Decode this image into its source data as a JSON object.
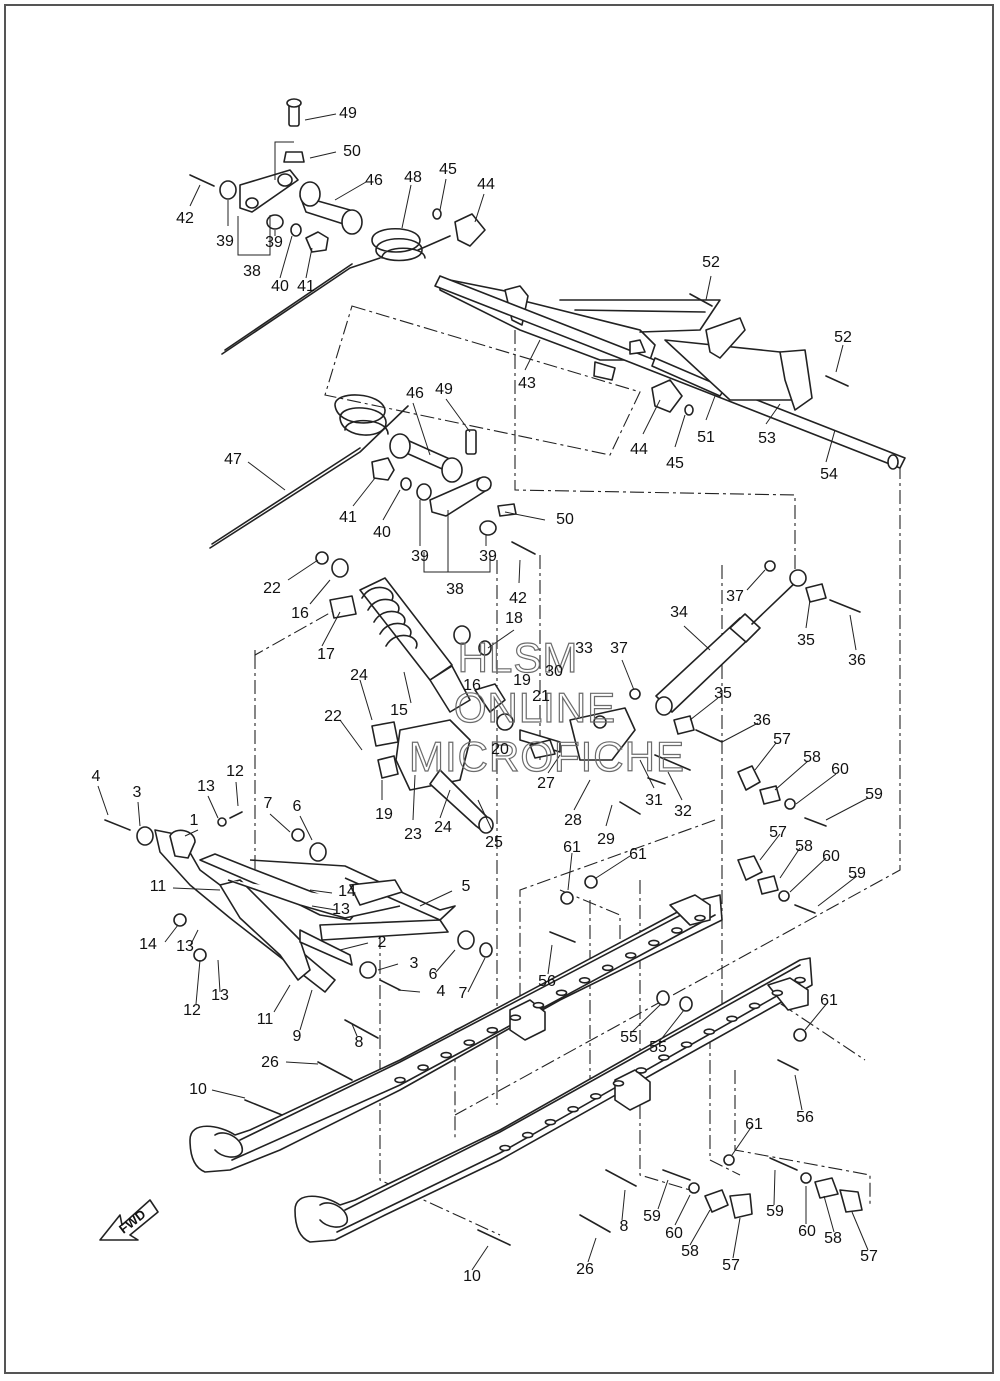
{
  "watermark": [
    "HLSM",
    "ONLINE",
    "MICROFICHE"
  ],
  "fwd_label": "FWD",
  "labels": [
    {
      "id": "l49a",
      "text": "49"
    },
    {
      "id": "l50a",
      "text": "50"
    },
    {
      "id": "l46a",
      "text": "46"
    },
    {
      "id": "l48",
      "text": "48"
    },
    {
      "id": "l45a",
      "text": "45"
    },
    {
      "id": "l44a",
      "text": "44"
    },
    {
      "id": "l42a",
      "text": "42"
    },
    {
      "id": "l39a",
      "text": "39"
    },
    {
      "id": "l39b",
      "text": "39"
    },
    {
      "id": "l38a",
      "text": "38"
    },
    {
      "id": "l40a",
      "text": "40"
    },
    {
      "id": "l41a",
      "text": "41"
    },
    {
      "id": "l52a",
      "text": "52"
    },
    {
      "id": "l52b",
      "text": "52"
    },
    {
      "id": "l43",
      "text": "43"
    },
    {
      "id": "l44b",
      "text": "44"
    },
    {
      "id": "l45b",
      "text": "45"
    },
    {
      "id": "l51",
      "text": "51"
    },
    {
      "id": "l53",
      "text": "53"
    },
    {
      "id": "l54",
      "text": "54"
    },
    {
      "id": "l47",
      "text": "47"
    },
    {
      "id": "l46b",
      "text": "46"
    },
    {
      "id": "l49b",
      "text": "49"
    },
    {
      "id": "l41b",
      "text": "41"
    },
    {
      "id": "l40b",
      "text": "40"
    },
    {
      "id": "l39c",
      "text": "39"
    },
    {
      "id": "l39d",
      "text": "39"
    },
    {
      "id": "l50b",
      "text": "50"
    },
    {
      "id": "l38b",
      "text": "38"
    },
    {
      "id": "l42b",
      "text": "42"
    },
    {
      "id": "l22a",
      "text": "22"
    },
    {
      "id": "l16a",
      "text": "16"
    },
    {
      "id": "l17",
      "text": "17"
    },
    {
      "id": "l18",
      "text": "18"
    },
    {
      "id": "l34",
      "text": "34"
    },
    {
      "id": "l37a",
      "text": "37"
    },
    {
      "id": "l35a",
      "text": "35"
    },
    {
      "id": "l36a",
      "text": "36"
    },
    {
      "id": "l37b",
      "text": "37"
    },
    {
      "id": "l33",
      "text": "33"
    },
    {
      "id": "l30",
      "text": "30"
    },
    {
      "id": "l19a",
      "text": "19"
    },
    {
      "id": "l16b",
      "text": "16"
    },
    {
      "id": "l15",
      "text": "15"
    },
    {
      "id": "l24a",
      "text": "24"
    },
    {
      "id": "l22b",
      "text": "22"
    },
    {
      "id": "l21",
      "text": "21"
    },
    {
      "id": "l20",
      "text": "20"
    },
    {
      "id": "l35b",
      "text": "35"
    },
    {
      "id": "l36b",
      "text": "36"
    },
    {
      "id": "l57a",
      "text": "57"
    },
    {
      "id": "l58a",
      "text": "58"
    },
    {
      "id": "l60a",
      "text": "60"
    },
    {
      "id": "l59a",
      "text": "59"
    },
    {
      "id": "l19b",
      "text": "19"
    },
    {
      "id": "l23",
      "text": "23"
    },
    {
      "id": "l24b",
      "text": "24"
    },
    {
      "id": "l25",
      "text": "25"
    },
    {
      "id": "l27",
      "text": "27"
    },
    {
      "id": "l28",
      "text": "28"
    },
    {
      "id": "l29",
      "text": "29"
    },
    {
      "id": "l31",
      "text": "31"
    },
    {
      "id": "l32",
      "text": "32"
    },
    {
      "id": "l4a",
      "text": "4"
    },
    {
      "id": "l3a",
      "text": "3"
    },
    {
      "id": "l13a",
      "text": "13"
    },
    {
      "id": "l12a",
      "text": "12"
    },
    {
      "id": "l1",
      "text": "1"
    },
    {
      "id": "l7a",
      "text": "7"
    },
    {
      "id": "l6a",
      "text": "6"
    },
    {
      "id": "l11a",
      "text": "11"
    },
    {
      "id": "l14a",
      "text": "14"
    },
    {
      "id": "l13b",
      "text": "13"
    },
    {
      "id": "l5",
      "text": "5"
    },
    {
      "id": "l14b",
      "text": "14"
    },
    {
      "id": "l13c",
      "text": "13"
    },
    {
      "id": "l2",
      "text": "2"
    },
    {
      "id": "l12b",
      "text": "12"
    },
    {
      "id": "l13d",
      "text": "13"
    },
    {
      "id": "l3b",
      "text": "3"
    },
    {
      "id": "l6b",
      "text": "6"
    },
    {
      "id": "l4b",
      "text": "4"
    },
    {
      "id": "l7b",
      "text": "7"
    },
    {
      "id": "l11b",
      "text": "11"
    },
    {
      "id": "l9",
      "text": "9"
    },
    {
      "id": "l57b",
      "text": "57"
    },
    {
      "id": "l58b",
      "text": "58"
    },
    {
      "id": "l60b",
      "text": "60"
    },
    {
      "id": "l59b",
      "text": "59"
    },
    {
      "id": "l61a",
      "text": "61"
    },
    {
      "id": "l61b",
      "text": "61"
    },
    {
      "id": "l56a",
      "text": "56"
    },
    {
      "id": "l55a",
      "text": "55"
    },
    {
      "id": "l55b",
      "text": "55"
    },
    {
      "id": "l8a",
      "text": "8"
    },
    {
      "id": "l26a",
      "text": "26"
    },
    {
      "id": "l10a",
      "text": "10"
    },
    {
      "id": "l61c",
      "text": "61"
    },
    {
      "id": "l56b",
      "text": "56"
    },
    {
      "id": "l61d",
      "text": "61"
    },
    {
      "id": "l8b",
      "text": "8"
    },
    {
      "id": "l59c",
      "text": "59"
    },
    {
      "id": "l60c",
      "text": "60"
    },
    {
      "id": "l58c",
      "text": "58"
    },
    {
      "id": "l57c",
      "text": "57"
    },
    {
      "id": "l59d",
      "text": "59"
    },
    {
      "id": "l60d",
      "text": "60"
    },
    {
      "id": "l58d",
      "text": "58"
    },
    {
      "id": "l57d",
      "text": "57"
    },
    {
      "id": "l26b",
      "text": "26"
    },
    {
      "id": "l10b",
      "text": "10"
    }
  ]
}
